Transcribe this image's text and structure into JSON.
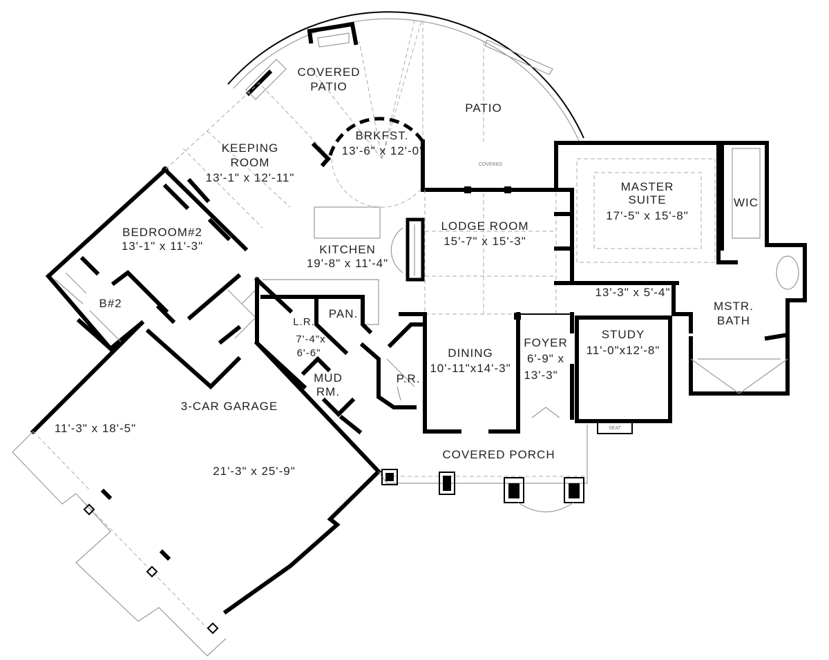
{
  "rooms": {
    "covered_patio": {
      "line1": "COVERED",
      "line2": "PATIO"
    },
    "patio": {
      "name": "PATIO"
    },
    "covered_note": "COVERED",
    "brkfst": {
      "name": "BRKFST.",
      "dims": "13'-6\" x 12'-0'"
    },
    "keeping_room": {
      "line1": "KEEPING",
      "line2": "ROOM",
      "dims": "13'-1\" x 12'-11\""
    },
    "master_suite": {
      "line1": "MASTER",
      "line2": "SUITE",
      "dims": "17'-5\" x 15'-8\""
    },
    "wic": {
      "name": "WIC"
    },
    "lodge_room": {
      "name": "LODGE  ROOM",
      "dims": "15'-7\" x 15'-3\""
    },
    "bedroom2": {
      "name": "BEDROOM#2",
      "dims": "13'-1\" x 11'-3\""
    },
    "kitchen": {
      "name": "KITCHEN",
      "dims": "19'-8\" x 11'-4\""
    },
    "hall": {
      "dims": "13'-3\" x 5'-4\""
    },
    "bath2": {
      "name": "B#2"
    },
    "laundry": {
      "name": "L.R.",
      "dims1": "7'-4\"x",
      "dims2": "6'-6\""
    },
    "pantry": {
      "name": "PAN."
    },
    "master_bath": {
      "line1": "MSTR.",
      "line2": "BATH"
    },
    "study": {
      "name": "STUDY",
      "dims": "11'-0\"x12'-8\""
    },
    "dining": {
      "name": "DINING",
      "dims": "10'-11\"x14'-3\""
    },
    "foyer": {
      "name": "FOYER",
      "dims1": "6'-9\" x",
      "dims2": "13'-3\""
    },
    "mud_room": {
      "line1": "MUD",
      "line2": "RM."
    },
    "powder_room": {
      "name": "P.R."
    },
    "garage": {
      "name": "3-CAR  GARAGE",
      "dims_small": "11'-3\" x 18'-5\"",
      "dims_large": "21'-3\" x 25'-9\""
    },
    "covered_porch": {
      "name": "COVERED  PORCH"
    },
    "seat": "SEAT"
  }
}
